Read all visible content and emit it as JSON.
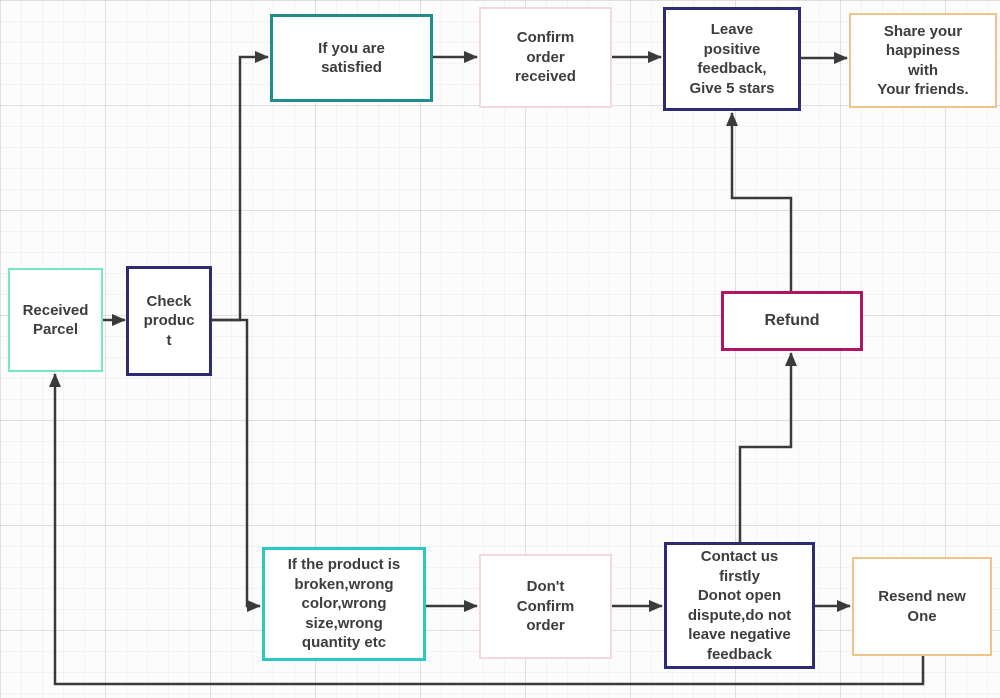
{
  "diagram": {
    "type": "flowchart",
    "colors": {
      "mint_border": "#74e8c6",
      "teal_dark_border": "#1f8e8a",
      "teal_bright_border": "#2cc9c4",
      "navy_border": "#2d2b75",
      "pink_light_border": "#f5d7e1",
      "orange_light_border": "#efc489",
      "crimson_border": "#b01560",
      "arrow": "#3a3a3a",
      "text": "#3d3d3d",
      "node_fill": "#ffffff",
      "background": "#fdfcfc"
    },
    "nodes": {
      "received_parcel": {
        "label": "Received\nParcel",
        "border_color": "#74e8c6"
      },
      "check_product": {
        "label": "Check\nproduc\nt",
        "border_color": "#2d2b75"
      },
      "if_satisfied": {
        "label": "If you are\nsatisfied",
        "border_color": "#1f8e8a"
      },
      "confirm_order": {
        "label": "Confirm\norder\nreceived",
        "border_color": "#f5d7e1"
      },
      "leave_positive_feedback": {
        "label": "Leave\npositive\nfeedback,\nGive 5 stars",
        "border_color": "#2d2b75"
      },
      "share_happiness": {
        "label": "Share your\nhappiness\nwith\nYour friends.",
        "border_color": "#efc489"
      },
      "refund": {
        "label": "Refund",
        "border_color": "#b01560"
      },
      "if_product_broken": {
        "label": "If the product is\nbroken,wrong\ncolor,wrong\nsize,wrong\nquantity etc",
        "border_color": "#2cc9c4"
      },
      "dont_confirm_order": {
        "label": "Don't\nConfirm\norder",
        "border_color": "#f5d7e1"
      },
      "contact_us": {
        "label": "Contact us\nfirstly\nDonot open\ndispute,do not\nleave negative\nfeedback",
        "border_color": "#2d2b75"
      },
      "resend_new_one": {
        "label": "Resend new\nOne",
        "border_color": "#efc489"
      }
    },
    "edges": [
      {
        "from": "received_parcel",
        "to": "check_product"
      },
      {
        "from": "check_product",
        "to": "if_satisfied"
      },
      {
        "from": "check_product",
        "to": "if_product_broken"
      },
      {
        "from": "if_satisfied",
        "to": "confirm_order"
      },
      {
        "from": "confirm_order",
        "to": "leave_positive_feedback"
      },
      {
        "from": "leave_positive_feedback",
        "to": "share_happiness"
      },
      {
        "from": "refund",
        "to": "leave_positive_feedback"
      },
      {
        "from": "contact_us",
        "to": "refund"
      },
      {
        "from": "if_product_broken",
        "to": "dont_confirm_order"
      },
      {
        "from": "dont_confirm_order",
        "to": "contact_us"
      },
      {
        "from": "contact_us",
        "to": "resend_new_one"
      },
      {
        "from": "resend_new_one",
        "to": "received_parcel"
      }
    ]
  }
}
